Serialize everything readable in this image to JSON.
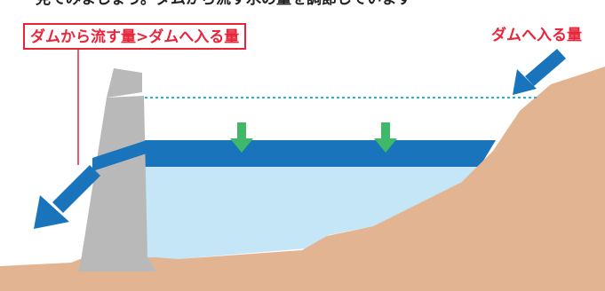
{
  "header_cut_text": "見てみましょう。ダムから流す水の量を調節しています",
  "outflow_label": "ダムから流す量>ダムへ入る量",
  "inflow_label": "ダムへ入る量",
  "colors": {
    "label_red": "#e8243a",
    "ground": "#e2b492",
    "reservoir_light": "#c5e6f6",
    "reservoir_band": "#1a74bb",
    "arrow_blue": "#1a74bb",
    "down_arrow_green": "#3fb86a",
    "dam_gray": "#b9b9b9",
    "dotted_line": "#28b4d6"
  },
  "icons": [
    "outflow-arrow-icon",
    "inflow-arrow-icon",
    "level-down-arrow-icon"
  ]
}
